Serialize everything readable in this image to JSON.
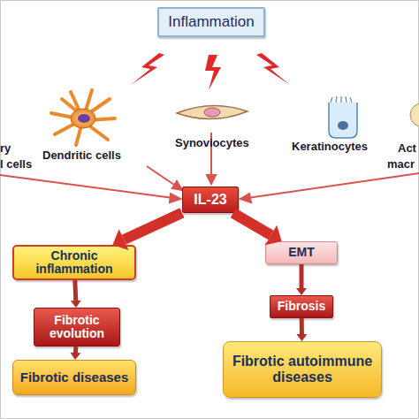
{
  "diagram": {
    "nodes": [
      {
        "text": [
          "Inflammation"
        ]
      },
      {
        "text": [
          "IL-23"
        ]
      },
      {
        "text": [
          "Chronic inflammation"
        ]
      },
      {
        "text": [
          "Fibrotic evolution"
        ]
      },
      {
        "text": [
          "Fibrotic diseases"
        ]
      },
      {
        "text": [
          "EMT"
        ]
      },
      {
        "text": [
          "Fibrosis"
        ]
      },
      {
        "text": [
          "Fibrotic autoimmune diseases"
        ]
      }
    ],
    "edges": [
      {
        "from": 1,
        "to": 2,
        "arrow": "to"
      },
      {
        "from": 1,
        "to": 5,
        "arrow": "to"
      },
      {
        "from": 2,
        "to": 3,
        "arrow": "to"
      },
      {
        "from": 3,
        "to": 4,
        "arrow": "to"
      },
      {
        "from": 5,
        "to": 6,
        "arrow": "to"
      },
      {
        "from": 6,
        "to": 7,
        "arrow": "to"
      }
    ],
    "labels": [
      "ry",
      "l cells",
      "Dendritic cells",
      "Synoviocytes",
      "Keratinocytes",
      "Act",
      "macr"
    ]
  }
}
